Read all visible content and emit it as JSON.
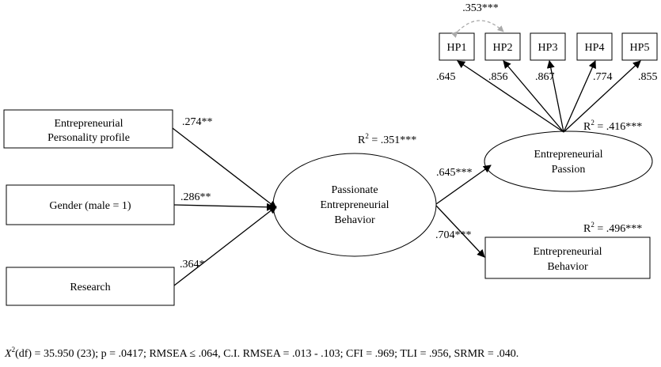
{
  "nodes": {
    "personality": {
      "line1": "Entrepreneurial",
      "line2": "Personality profile"
    },
    "gender": {
      "label": "Gender (male = 1)"
    },
    "research": {
      "label": "Research"
    },
    "peb": {
      "line1": "Passionate",
      "line2": "Entrepreneurial",
      "line3": "Behavior"
    },
    "passion": {
      "line1": "Entrepreneurial",
      "line2": "Passion"
    },
    "behavior": {
      "line1": "Entrepreneurial",
      "line2": "Behavior"
    },
    "hp": [
      "HP1",
      "HP2",
      "HP3",
      "HP4",
      "HP5"
    ]
  },
  "coefficients": {
    "personality_peb": ".274**",
    "gender_peb": ".286**",
    "research_peb": ".364*",
    "peb_passion": ".645***",
    "peb_behavior": ".704***",
    "hp_loadings": [
      ".645",
      ".856",
      ".867",
      ".774",
      ".855"
    ],
    "hp1_hp2_covariance": ".353***"
  },
  "r_squared": {
    "peb": {
      "prefix": "R",
      "sup": "2",
      "value": " = .351***"
    },
    "passion": {
      "prefix": "R",
      "sup": "2",
      "value": " = .416***"
    },
    "behavior": {
      "prefix": "R",
      "sup": "2",
      "value": " = .496***"
    }
  },
  "fit": {
    "symbol": "X",
    "sup": "2",
    "text": "(df) = 35.950 (23); p = .0417; RMSEA ≤ .064, C.I. RMSEA = .013 - .103; CFI = .969; TLI = .956, SRMR = .040."
  },
  "colors": {
    "covariance_arrow": "#aaaaaa",
    "lines": "#000000"
  }
}
